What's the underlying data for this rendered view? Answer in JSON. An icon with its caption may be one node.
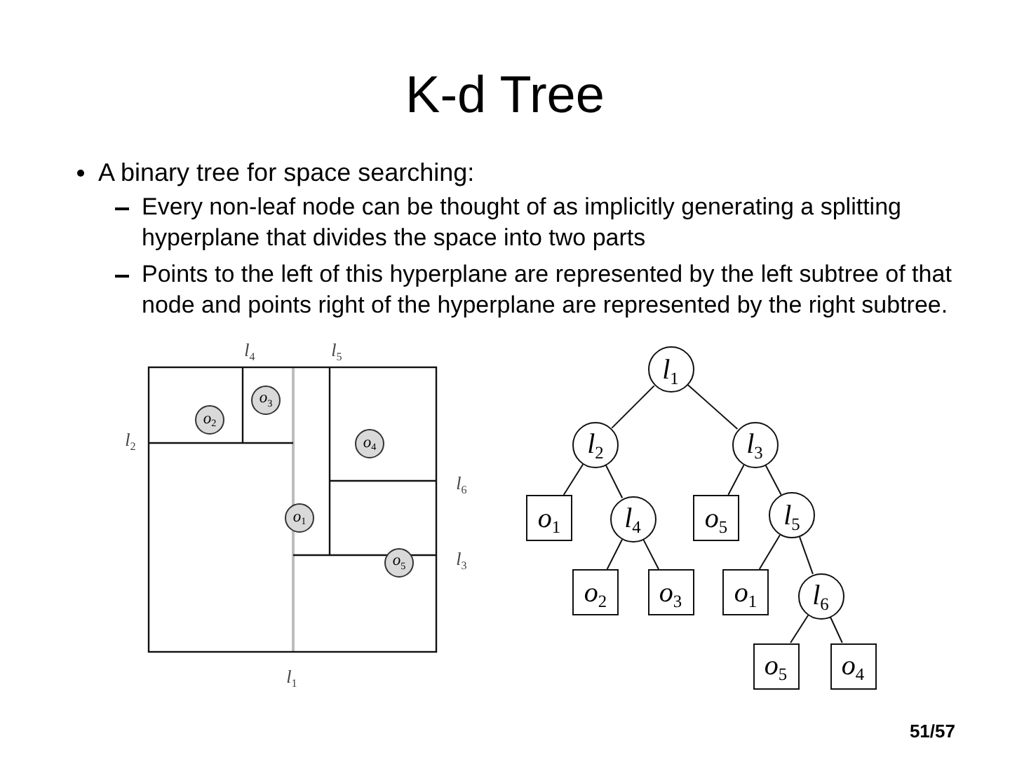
{
  "diagram": {
    "title": "K-d Tree",
    "nodes": [
      {
        "text": [
          "*o*$_{2}$"
        ]
      },
      {
        "text": [
          "*o*$_{3}$"
        ]
      },
      {
        "text": [
          "*o*$_{4}$"
        ]
      },
      {
        "text": [
          "*o*$_{1}$"
        ]
      },
      {
        "text": [
          "*o*$_{5}$"
        ]
      },
      {
        "text": [
          "*l*$_{1}$"
        ]
      },
      {
        "text": [
          "*l*$_{2}$"
        ]
      },
      {
        "text": [
          "*l*$_{3}$"
        ]
      },
      {
        "text": [
          "*o*$_{1}$"
        ]
      },
      {
        "text": [
          "*l*$_{4}$"
        ]
      },
      {
        "text": [
          "*o*$_{5}$"
        ]
      },
      {
        "text": [
          "*l*$_{5}$"
        ]
      },
      {
        "text": [
          "*o*$_{2}$"
        ]
      },
      {
        "text": [
          "*o*$_{3}$"
        ]
      },
      {
        "text": [
          "*o*$_{1}$"
        ]
      },
      {
        "text": [
          "*l*$_{6}$"
        ]
      },
      {
        "text": [
          "*o*$_{5}$"
        ]
      },
      {
        "text": [
          "*o*$_{4}$"
        ]
      }
    ],
    "edges": [
      {
        "from": 5,
        "to": 6,
        "arrow": "none"
      },
      {
        "from": 5,
        "to": 7,
        "arrow": "none"
      },
      {
        "from": 6,
        "to": 8,
        "arrow": "none"
      },
      {
        "from": 6,
        "to": 9,
        "arrow": "none"
      },
      {
        "from": 7,
        "to": 10,
        "arrow": "none"
      },
      {
        "from": 7,
        "to": 11,
        "arrow": "none"
      },
      {
        "from": 9,
        "to": 12,
        "arrow": "none"
      },
      {
        "from": 9,
        "to": 13,
        "arrow": "none"
      },
      {
        "from": 11,
        "to": 14,
        "arrow": "none"
      },
      {
        "from": 11,
        "to": 15,
        "arrow": "none"
      },
      {
        "from": 15,
        "to": 16,
        "arrow": "none"
      },
      {
        "from": 15,
        "to": 17,
        "arrow": "none"
      }
    ],
    "labels": [
      "A binary tree for space searching:",
      "Every non-leaf node can be thought of as implicitly generating a splitting hyperplane that divides the space into two parts",
      "Points to the left of this hyperplane are represented by the left subtree of that node and points right of the hyperplane are represented by the right subtree.",
      "*l*$_{4}$",
      "*l*$_{5}$",
      "*l*$_{2}$",
      "*l*$_{6}$",
      "*l*$_{3}$",
      "*l*$_{1}$",
      "51/57"
    ]
  }
}
